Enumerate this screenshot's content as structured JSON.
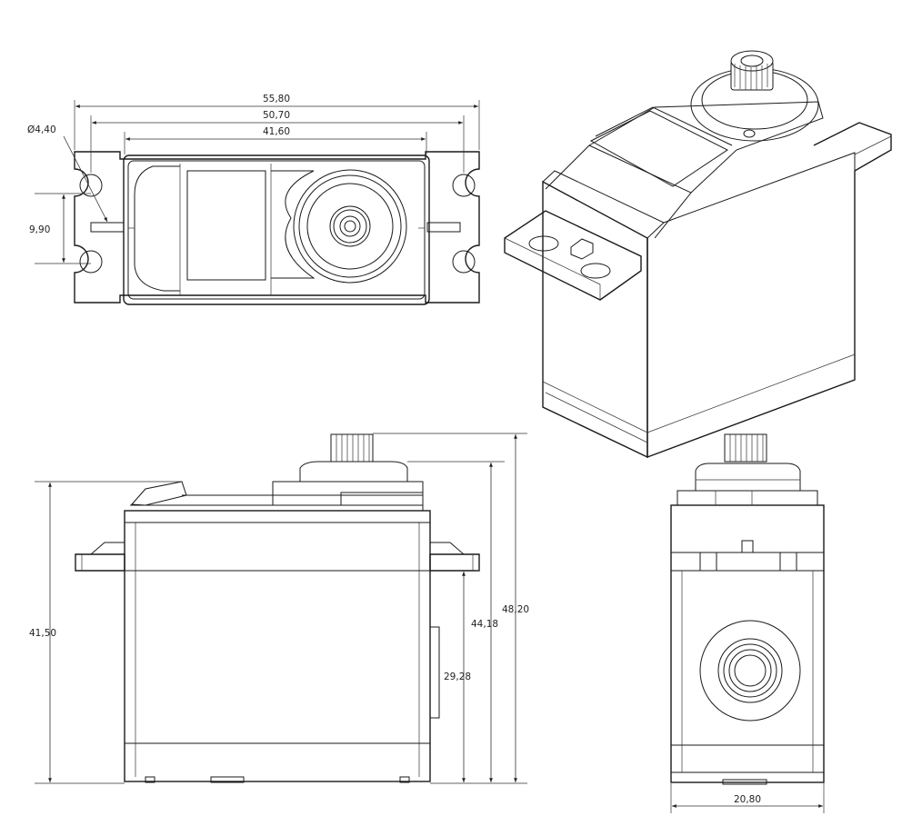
{
  "dimensions": {
    "overall_mount_length": "55,80",
    "hole_spacing_length": "50,70",
    "body_length": "41,60",
    "hole_diameter": "Ø4,40",
    "hole_spacing_width": "9,90",
    "body_height": "41,50",
    "height_to_gear_top": "48,20",
    "height_to_cover_top": "44,18",
    "height_to_mount_tab": "29,28",
    "body_width": "20,80"
  },
  "colors": {
    "line": "#1a1a1a",
    "background": "#ffffff"
  }
}
